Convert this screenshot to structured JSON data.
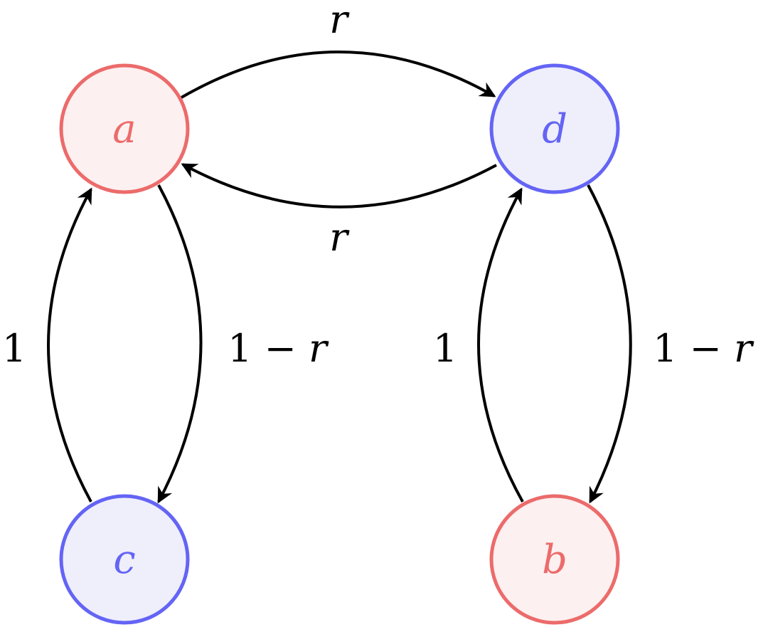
{
  "colors": {
    "red_stroke": "#ec6b6b",
    "red_fill": "#fdf0f0",
    "blue_stroke": "#6464f5",
    "blue_fill": "#efeffc",
    "edge": "#000000"
  },
  "nodes": {
    "a": {
      "label": "a",
      "color": "red"
    },
    "d": {
      "label": "d",
      "color": "blue"
    },
    "c": {
      "label": "c",
      "color": "blue"
    },
    "b": {
      "label": "b",
      "color": "red"
    }
  },
  "edges": {
    "a_to_d": {
      "from": "a",
      "to": "d",
      "label": "r"
    },
    "d_to_a": {
      "from": "d",
      "to": "a",
      "label": "r"
    },
    "c_to_a": {
      "from": "c",
      "to": "a",
      "label": "1"
    },
    "a_to_c": {
      "from": "a",
      "to": "c",
      "label_num": "1 − ",
      "label_var": "r"
    },
    "b_to_d": {
      "from": "b",
      "to": "d",
      "label": "1"
    },
    "d_to_b": {
      "from": "d",
      "to": "b",
      "label_num": "1 − ",
      "label_var": "r"
    }
  }
}
